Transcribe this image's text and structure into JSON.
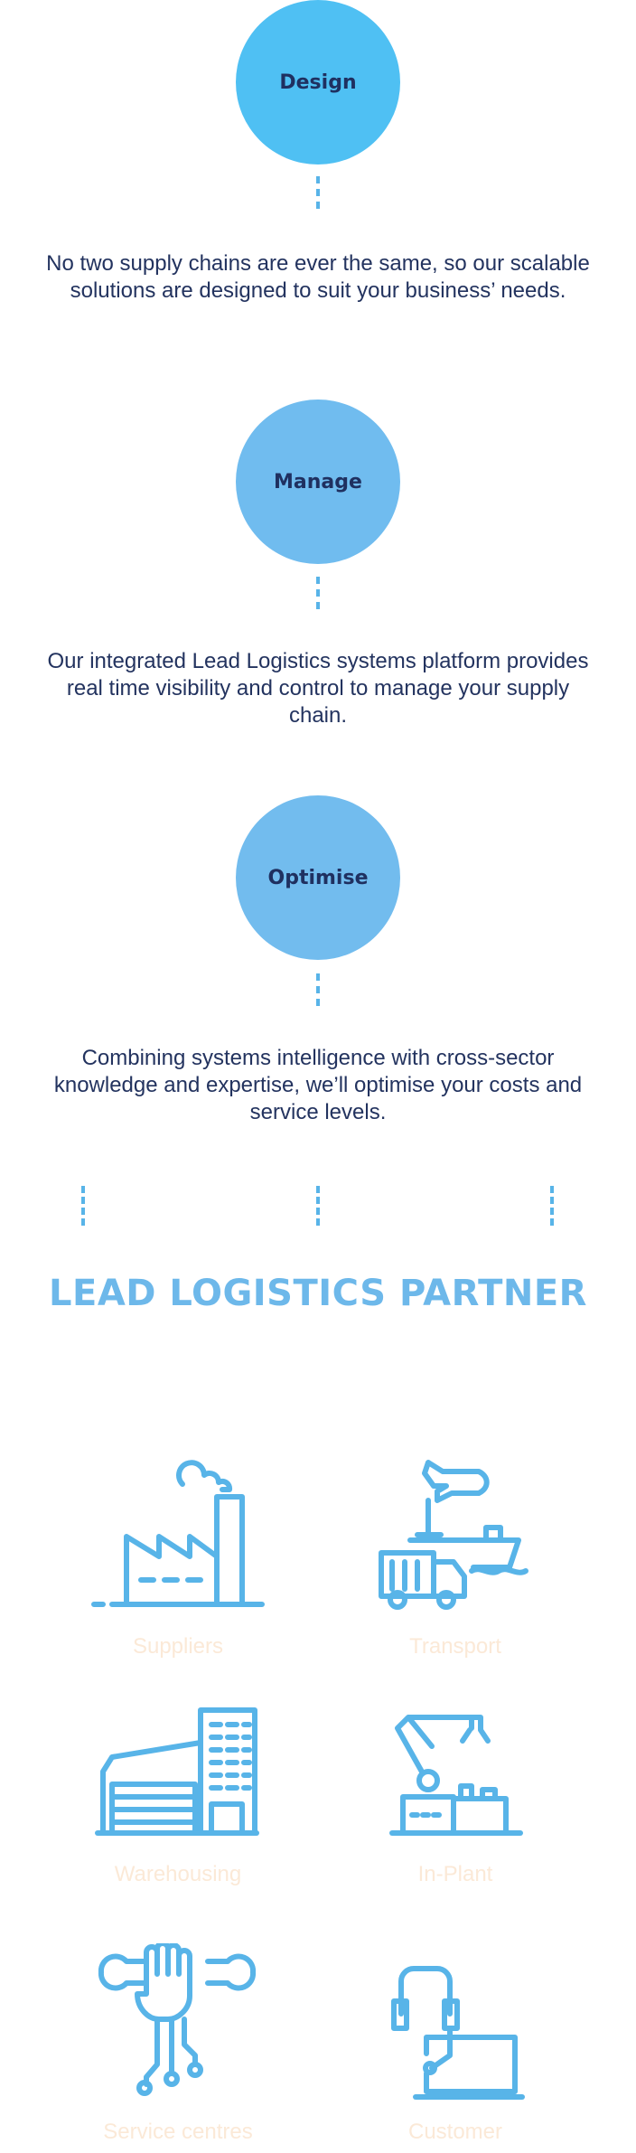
{
  "steps": [
    {
      "title": "Design",
      "color": "#4fc0f3",
      "text": "No two supply chains are ever the same, so our scalable solutions are designed to suit your business’ needs."
    },
    {
      "title": "Manage",
      "color": "#70bcef",
      "text": "Our integrated Lead Logistics systems platform provides real time visibility and control to manage your supply chain."
    },
    {
      "title": "Optimise",
      "color": "#72bcee",
      "text": "Combining systems intelligence with cross-sector knowledge and expertise, we’ll optimise your costs and service levels."
    }
  ],
  "partner_title": "LEAD LOGISTICS PARTNER",
  "services": [
    {
      "label": "Suppliers",
      "icon": "factory-icon"
    },
    {
      "label": "Transport",
      "icon": "transport-icon"
    },
    {
      "label": "Warehousing",
      "icon": "warehouse-icon"
    },
    {
      "label": "In-Plant",
      "icon": "robot-arm-icon"
    },
    {
      "label": "Service centres",
      "icon": "wrench-hand-icon"
    },
    {
      "label": "Customer",
      "icon": "headset-laptop-icon"
    }
  ],
  "colors": {
    "accent": "#6db8ea",
    "dash": "#58b4e8",
    "text": "#23335f",
    "label": "#fbe9d7"
  }
}
